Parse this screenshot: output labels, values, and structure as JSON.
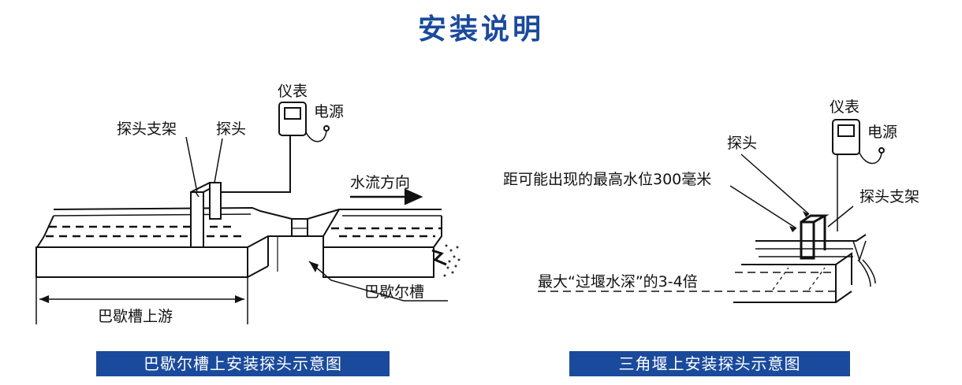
{
  "title": "安装说明",
  "colors": {
    "accent": "#1a4a9c",
    "line": "#111111"
  },
  "left_diagram": {
    "caption": "巴歇尔槽上安装探头示意图",
    "labels": {
      "meter": "仪表",
      "power": "电源",
      "probe_bracket": "探头支架",
      "probe": "探头",
      "flow_direction": "水流方向",
      "parshall_flume": "巴歇尔槽",
      "flume_upstream": "巴歇槽上游"
    }
  },
  "right_diagram": {
    "caption": "三角堰上安装探头示意图",
    "labels": {
      "meter": "仪表",
      "power": "电源",
      "probe": "探头",
      "distance_note": "距可能出现的最高水位300毫米",
      "probe_bracket": "探头支架",
      "weir_depth_note": "最大“过堰水深”的3-4倍"
    }
  }
}
